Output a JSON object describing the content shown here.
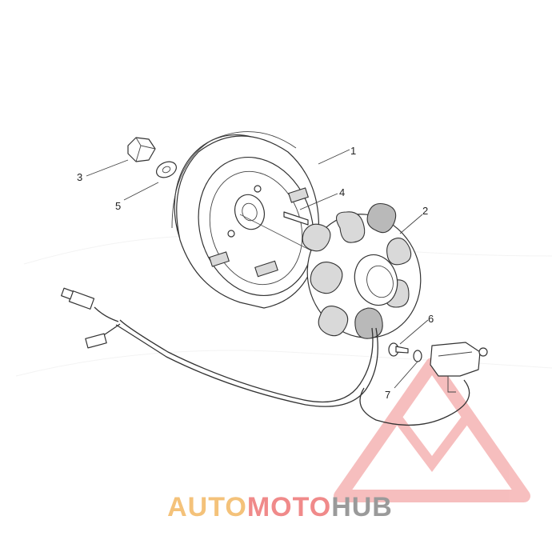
{
  "callouts": {
    "c1": "1",
    "c2": "2",
    "c3": "3",
    "c4": "4",
    "c5": "5",
    "c6": "6",
    "c7": "7"
  },
  "watermark": {
    "part1": "AUTO",
    "part2": "MOTO",
    "part3": "HUB",
    "color_auto": "#f4c27a",
    "color_moto": "#f08a8a",
    "color_hub": "#9a9a9a",
    "triangle_color": "#f08a8a"
  }
}
